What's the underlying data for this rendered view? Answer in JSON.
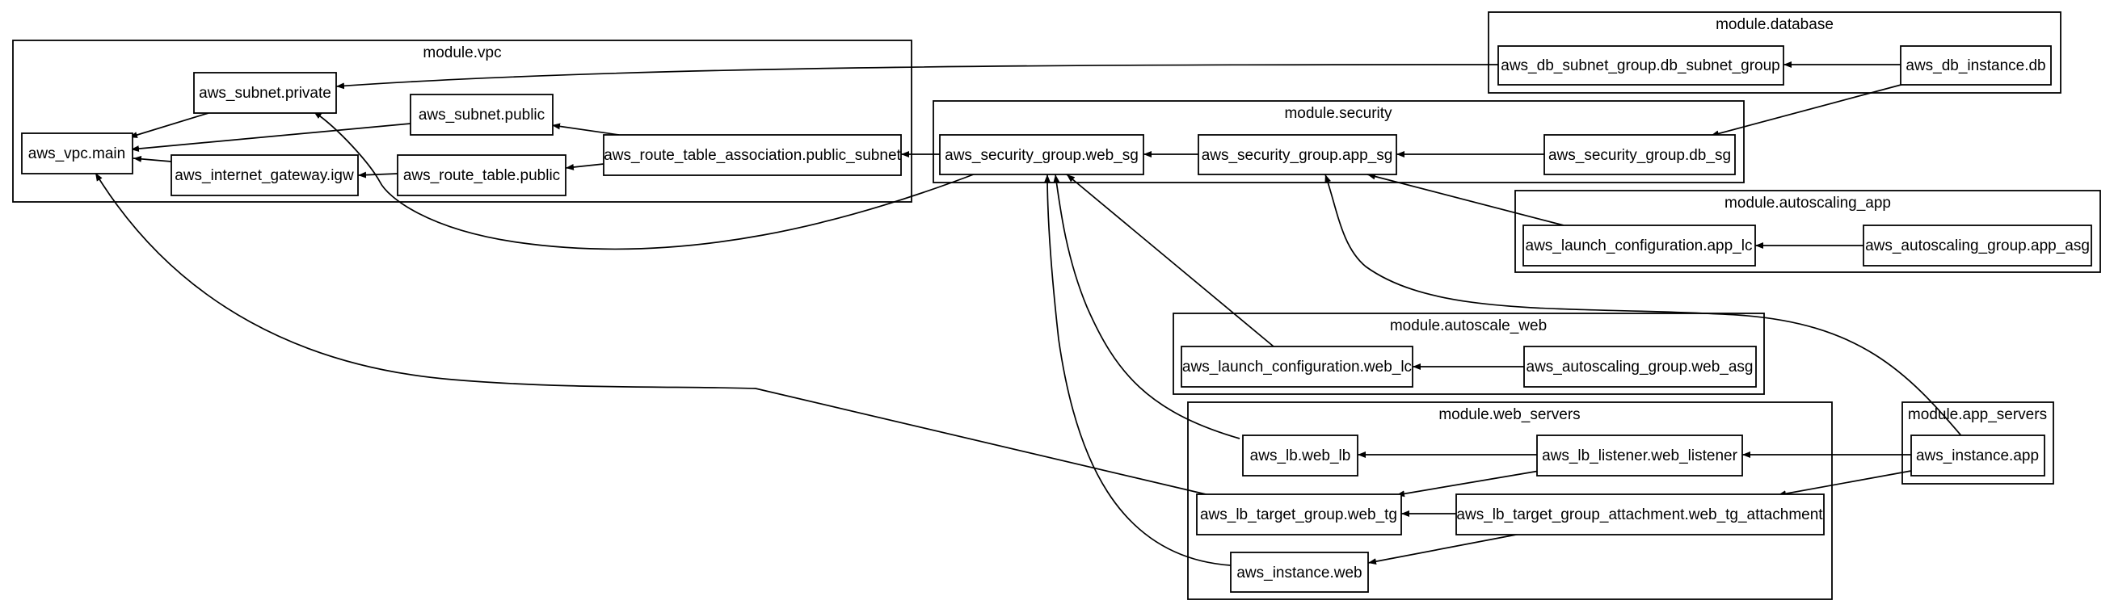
{
  "diagram": {
    "clusters": [
      {
        "id": "vpc",
        "label": "module.vpc"
      },
      {
        "id": "database",
        "label": "module.database"
      },
      {
        "id": "security",
        "label": "module.security"
      },
      {
        "id": "autoscaling_app",
        "label": "module.autoscaling_app"
      },
      {
        "id": "autoscale_web",
        "label": "module.autoscale_web"
      },
      {
        "id": "web_servers",
        "label": "module.web_servers"
      },
      {
        "id": "app_servers",
        "label": "module.app_servers"
      }
    ],
    "nodes": [
      {
        "id": "subnet_private",
        "label": "aws_subnet.private"
      },
      {
        "id": "vpc_main",
        "label": "aws_vpc.main"
      },
      {
        "id": "subnet_public",
        "label": "aws_subnet.public"
      },
      {
        "id": "igw",
        "label": "aws_internet_gateway.igw"
      },
      {
        "id": "rt_public",
        "label": "aws_route_table.public"
      },
      {
        "id": "rta_public",
        "label": "aws_route_table_association.public_subnet"
      },
      {
        "id": "db_subnet_group",
        "label": "aws_db_subnet_group.db_subnet_group"
      },
      {
        "id": "db_instance",
        "label": "aws_db_instance.db"
      },
      {
        "id": "sg_web",
        "label": "aws_security_group.web_sg"
      },
      {
        "id": "sg_app",
        "label": "aws_security_group.app_sg"
      },
      {
        "id": "sg_db",
        "label": "aws_security_group.db_sg"
      },
      {
        "id": "lc_app",
        "label": "aws_launch_configuration.app_lc"
      },
      {
        "id": "asg_app",
        "label": "aws_autoscaling_group.app_asg"
      },
      {
        "id": "lc_web",
        "label": "aws_launch_configuration.web_lc"
      },
      {
        "id": "asg_web",
        "label": "aws_autoscaling_group.web_asg"
      },
      {
        "id": "lb_web",
        "label": "aws_lb.web_lb"
      },
      {
        "id": "lb_listener",
        "label": "aws_lb_listener.web_listener"
      },
      {
        "id": "lb_tg",
        "label": "aws_lb_target_group.web_tg"
      },
      {
        "id": "tg_attach",
        "label": "aws_lb_target_group_attachment.web_tg_attachment"
      },
      {
        "id": "instance_web",
        "label": "aws_instance.web"
      },
      {
        "id": "instance_app",
        "label": "aws_instance.app"
      }
    ],
    "edges": [
      {
        "from": "subnet_private",
        "to": "vpc_main"
      },
      {
        "from": "subnet_public",
        "to": "vpc_main"
      },
      {
        "from": "igw",
        "to": "vpc_main"
      },
      {
        "from": "rt_public",
        "to": "igw"
      },
      {
        "from": "rta_public",
        "to": "rt_public"
      },
      {
        "from": "rta_public",
        "to": "subnet_public"
      },
      {
        "from": "db_subnet_group",
        "to": "subnet_private"
      },
      {
        "from": "db_instance",
        "to": "db_subnet_group"
      },
      {
        "from": "db_instance",
        "to": "sg_db"
      },
      {
        "from": "sg_web",
        "to": "rta_public"
      },
      {
        "from": "sg_web",
        "to": "subnet_private"
      },
      {
        "from": "sg_app",
        "to": "sg_web"
      },
      {
        "from": "sg_db",
        "to": "sg_app"
      },
      {
        "from": "lc_app",
        "to": "sg_app"
      },
      {
        "from": "asg_app",
        "to": "lc_app"
      },
      {
        "from": "lc_web",
        "to": "sg_web"
      },
      {
        "from": "asg_web",
        "to": "lc_web"
      },
      {
        "from": "lb_web",
        "to": "sg_web"
      },
      {
        "from": "lb_listener",
        "to": "lb_web"
      },
      {
        "from": "lb_listener",
        "to": "lb_tg"
      },
      {
        "from": "tg_attach",
        "to": "lb_tg"
      },
      {
        "from": "tg_attach",
        "to": "instance_web"
      },
      {
        "from": "lb_tg",
        "to": "vpc_main"
      },
      {
        "from": "instance_web",
        "to": "sg_web"
      },
      {
        "from": "instance_app",
        "to": "lb_listener"
      },
      {
        "from": "instance_app",
        "to": "tg_attach"
      },
      {
        "from": "instance_app",
        "to": "sg_app"
      }
    ]
  }
}
